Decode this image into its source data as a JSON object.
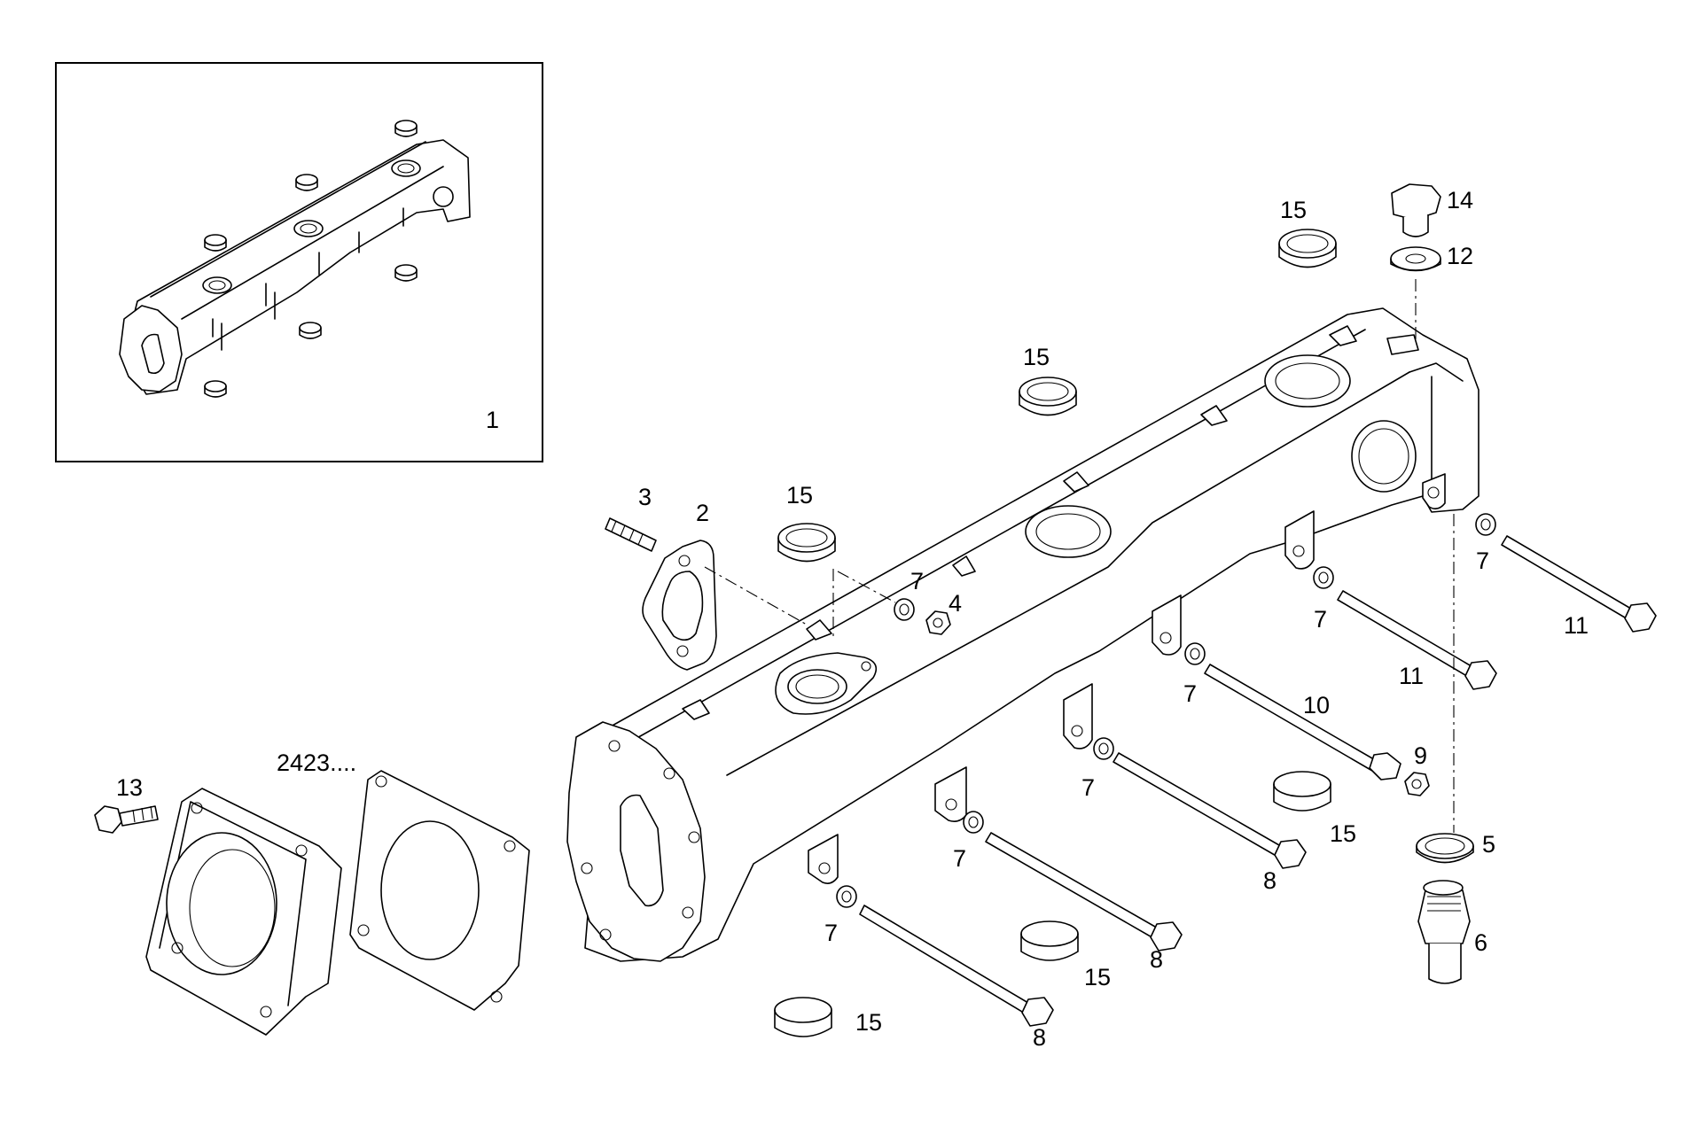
{
  "inset": {
    "callout": "1"
  },
  "callouts": {
    "c2": "2",
    "c3": "3",
    "c4": "4",
    "c5": "5",
    "c6": "6",
    "c7a": "7",
    "c7b": "7",
    "c7c": "7",
    "c7d": "7",
    "c7e": "7",
    "c7f": "7",
    "c7g": "7",
    "c8a": "8",
    "c8b": "8",
    "c8c": "8",
    "c9": "9",
    "c10": "10",
    "c11a": "11",
    "c11b": "11",
    "c12": "12",
    "c13": "13",
    "c14": "14",
    "c15a": "15",
    "c15b": "15",
    "c15c": "15",
    "c15d": "15",
    "c15e": "15",
    "c15f": "15",
    "ref_2423": "2423...."
  }
}
